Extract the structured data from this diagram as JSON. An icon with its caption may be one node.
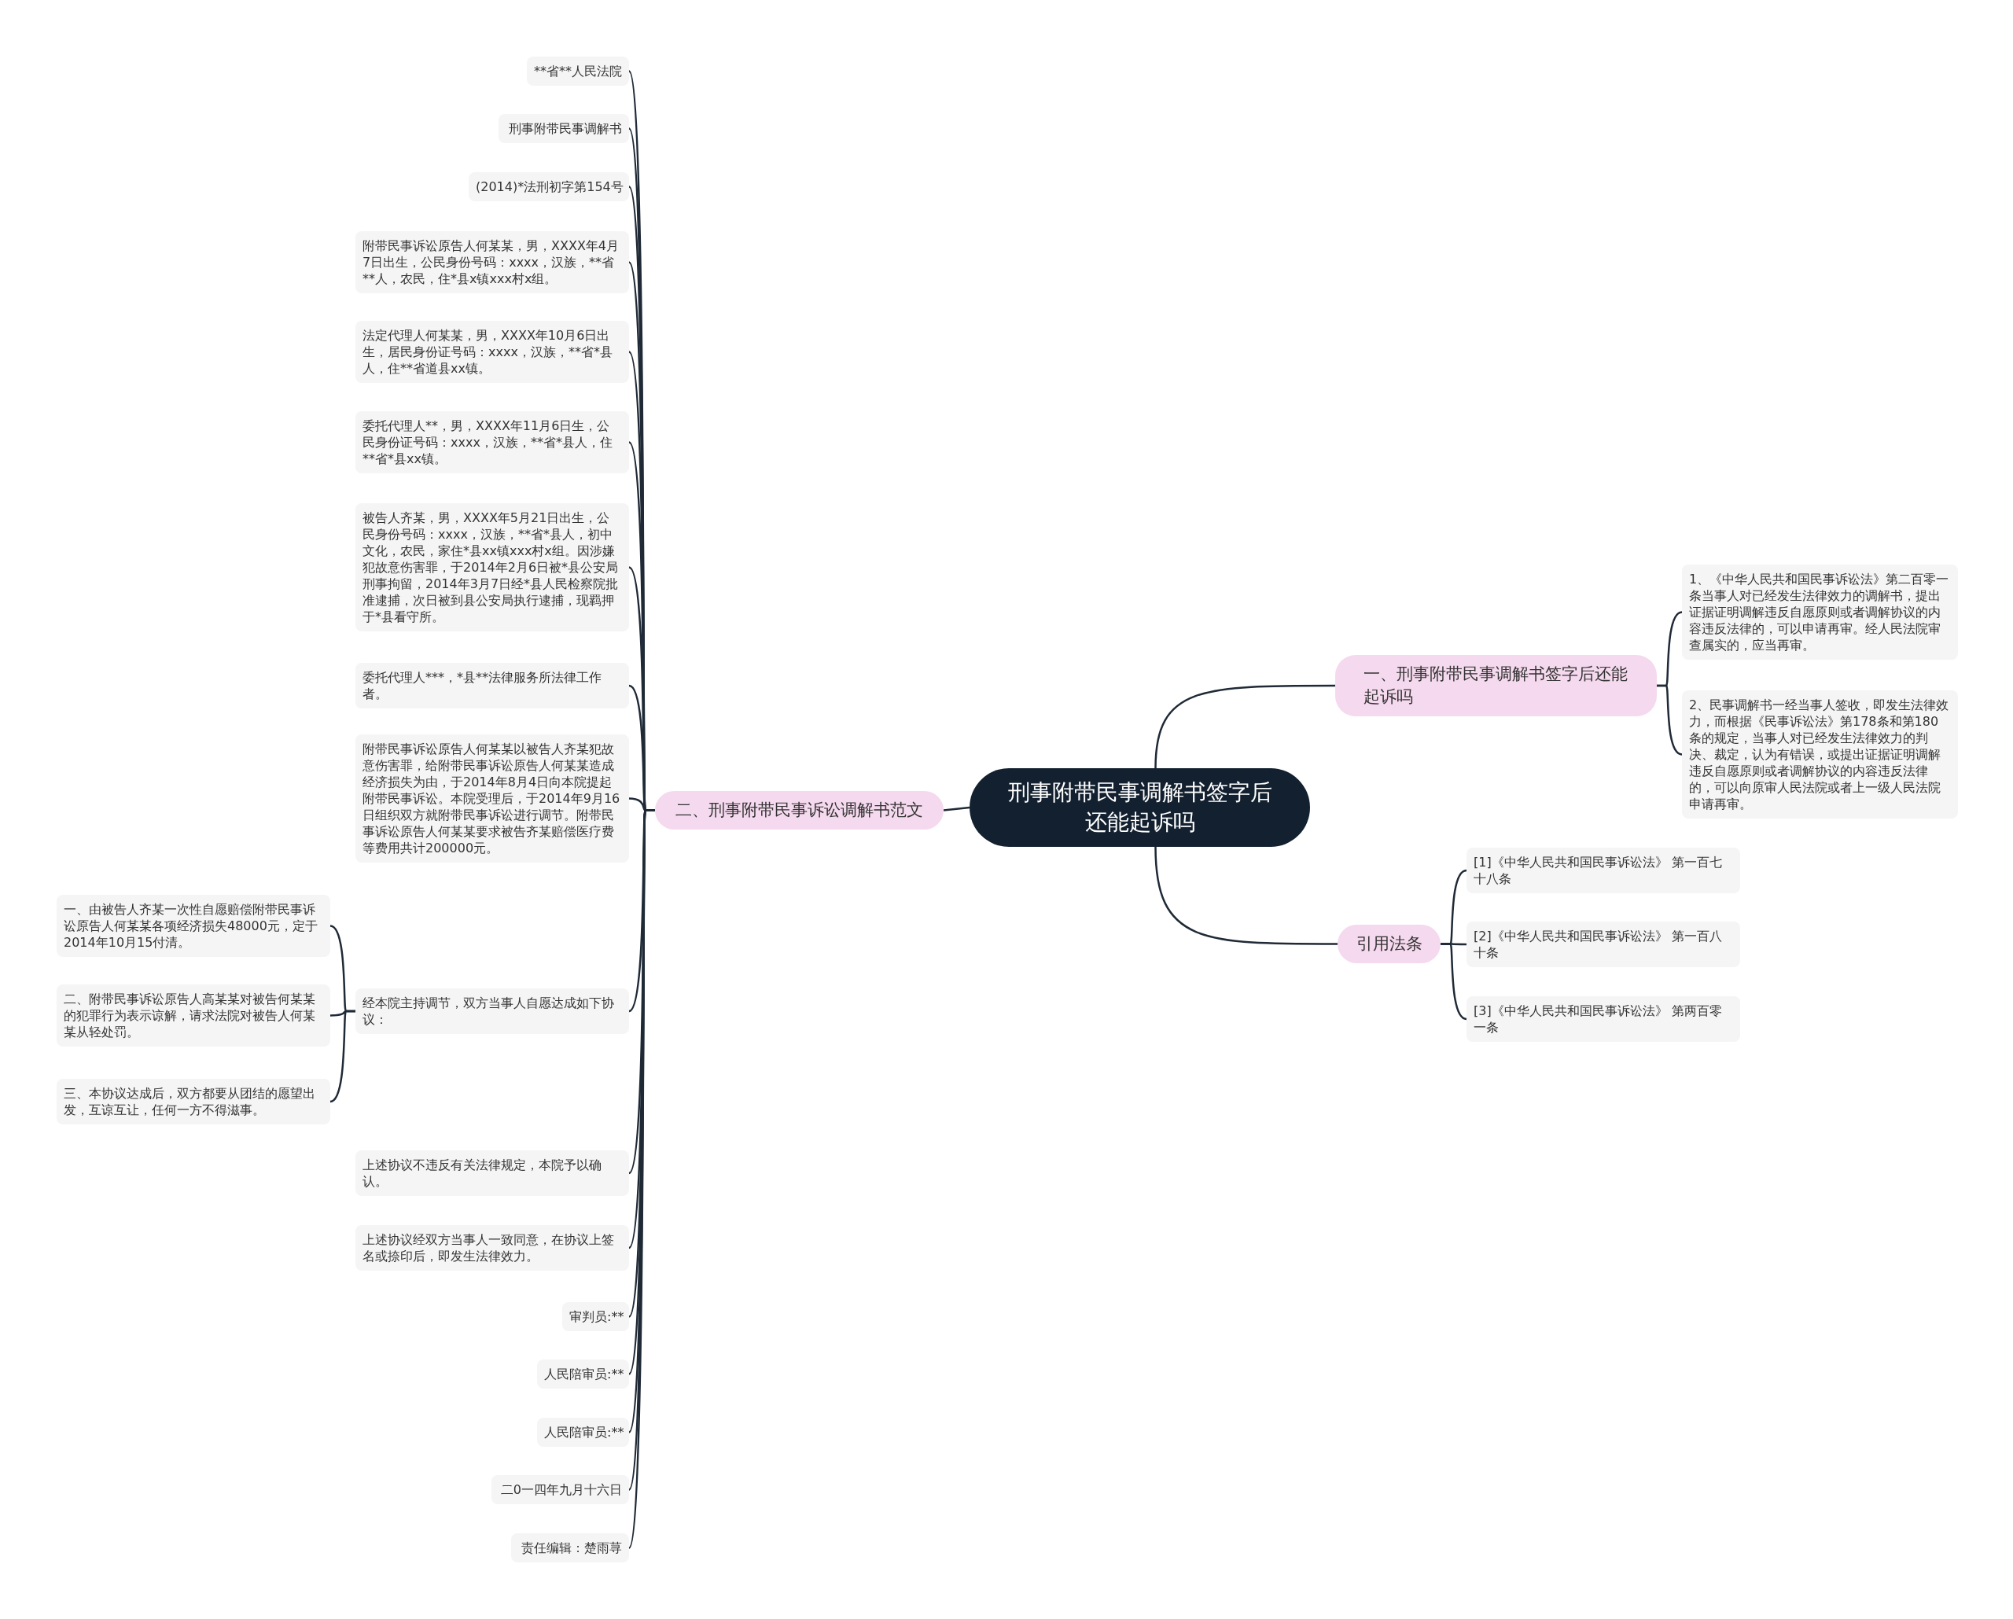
{
  "diagram": {
    "nodes": [
      {
        "text": [
          "刑事附带民事调解书签字后还能起诉吗"
        ]
      },
      {
        "text": [
          "一、刑事附带民事调解书签字后还能起诉吗"
        ]
      },
      {
        "text": [
          "1、《中华人民共和国民事诉讼法》第二百零一条当事人对已经发生法律效力的调解书，提出证据证明调解违反自愿原则或者调解协议的内容违反法律的，可以申请再审。经人民法院审查属实的，应当再审。"
        ]
      },
      {
        "text": [
          "2、民事调解书一经当事人签收，即发生法律效力，而根据《民事诉讼法》第178条和第180条的规定，当事人对已经发生法律效力的判决、裁定，认为有错误，或提出证据证明调解违反自愿原则或者调解协议的内容违反法律的，可以向原审人民法院或者上一级人民法院申请再审。"
        ]
      },
      {
        "text": [
          "引用法条"
        ]
      },
      {
        "text": [
          "[1]《中华人民共和国民事诉讼法》 第一百七十八条"
        ]
      },
      {
        "text": [
          "[2]《中华人民共和国民事诉讼法》 第一百八十条"
        ]
      },
      {
        "text": [
          "[3]《中华人民共和国民事诉讼法》 第两百零一条"
        ]
      },
      {
        "text": [
          "二、刑事附带民事诉讼调解书范文"
        ]
      },
      {
        "text": [
          "**省**人民法院"
        ]
      },
      {
        "text": [
          "刑事附带民事调解书"
        ]
      },
      {
        "text": [
          "(2014)*法刑初字第154号"
        ]
      },
      {
        "text": [
          "附带民事诉讼原告人何某某，男，XXXX年4月7日出生，公民身份号码：xxxx，汉族，**省**人，农民，住*县x镇xxx村x组。"
        ]
      },
      {
        "text": [
          "法定代理人何某某，男，XXXX年10月6日出生，居民身份证号码：xxxx，汉族，**省*县人，住**省道县xx镇。"
        ]
      },
      {
        "text": [
          "委托代理人**，男，XXXX年11月6日生，公民身份证号码：xxxx，汉族，**省*县人，住**省*县xx镇。"
        ]
      },
      {
        "text": [
          "被告人齐某，男，XXXX年5月21日出生，公民身份号码：xxxx，汉族，**省*县人，初中文化，农民，家住*县xx镇xxx村x组。因涉嫌犯故意伤害罪，于2014年2月6日被*县公安局刑事拘留，2014年3月7日经*县人民检察院批准逮捕，次日被到县公安局执行逮捕，现羁押于*县看守所。"
        ]
      },
      {
        "text": [
          "委托代理人***，*县**法律服务所法律工作者。"
        ]
      },
      {
        "text": [
          "附带民事诉讼原告人何某某以被告人齐某犯故意伤害罪，给附带民事诉讼原告人何某某造成经济损失为由，于2014年8月4日向本院提起附带民事诉讼。本院受理后，于2014年9月16日组织双方就附带民事诉讼进行调节。附带民事诉讼原告人何某某要求被告齐某赔偿医疗费等费用共计200000元。"
        ]
      },
      {
        "text": [
          "经本院主持调节，双方当事人自愿达成如下协议："
        ]
      },
      {
        "text": [
          "一、由被告人齐某一次性自愿赔偿附带民事诉讼原告人何某某各项经济损失48000元，定于2014年10月15付清。"
        ]
      },
      {
        "text": [
          "二、附带民事诉讼原告人高某某对被告何某某的犯罪行为表示谅解，请求法院对被告人何某某从轻处罚。"
        ]
      },
      {
        "text": [
          "三、本协议达成后，双方都要从团结的愿望出发，互谅互让，任何一方不得滋事。"
        ]
      },
      {
        "text": [
          "上述协议不违反有关法律规定，本院予以确认。"
        ]
      },
      {
        "text": [
          "上述协议经双方当事人一致同意，在协议上签名或捺印后，即发生法律效力。"
        ]
      },
      {
        "text": [
          "审判员:**"
        ]
      },
      {
        "text": [
          "人民陪审员:**"
        ]
      },
      {
        "text": [
          "人民陪审员:**"
        ]
      },
      {
        "text": [
          "二0一四年九月十六日"
        ]
      },
      {
        "text": [
          "责任编辑：楚雨荨"
        ]
      }
    ],
    "edges": [
      {
        "from": 0,
        "to": 1,
        "arrow": "none"
      },
      {
        "from": 1,
        "to": 2,
        "arrow": "none"
      },
      {
        "from": 1,
        "to": 3,
        "arrow": "none"
      },
      {
        "from": 0,
        "to": 4,
        "arrow": "none"
      },
      {
        "from": 4,
        "to": 5,
        "arrow": "none"
      },
      {
        "from": 4,
        "to": 6,
        "arrow": "none"
      },
      {
        "from": 4,
        "to": 7,
        "arrow": "none"
      },
      {
        "from": 0,
        "to": 8,
        "arrow": "none"
      },
      {
        "from": 8,
        "to": 9,
        "arrow": "none"
      },
      {
        "from": 8,
        "to": 10,
        "arrow": "none"
      },
      {
        "from": 8,
        "to": 11,
        "arrow": "none"
      },
      {
        "from": 8,
        "to": 12,
        "arrow": "none"
      },
      {
        "from": 8,
        "to": 13,
        "arrow": "none"
      },
      {
        "from": 8,
        "to": 14,
        "arrow": "none"
      },
      {
        "from": 8,
        "to": 15,
        "arrow": "none"
      },
      {
        "from": 8,
        "to": 16,
        "arrow": "none"
      },
      {
        "from": 8,
        "to": 17,
        "arrow": "none"
      },
      {
        "from": 8,
        "to": 18,
        "arrow": "none"
      },
      {
        "from": 18,
        "to": 19,
        "arrow": "none"
      },
      {
        "from": 18,
        "to": 20,
        "arrow": "none"
      },
      {
        "from": 18,
        "to": 21,
        "arrow": "none"
      },
      {
        "from": 8,
        "to": 22,
        "arrow": "none"
      },
      {
        "from": 8,
        "to": 23,
        "arrow": "none"
      },
      {
        "from": 8,
        "to": 24,
        "arrow": "none"
      },
      {
        "from": 8,
        "to": 25,
        "arrow": "none"
      },
      {
        "from": 8,
        "to": 26,
        "arrow": "none"
      },
      {
        "from": 8,
        "to": 27,
        "arrow": "none"
      },
      {
        "from": 8,
        "to": 28,
        "arrow": "none"
      }
    ]
  }
}
